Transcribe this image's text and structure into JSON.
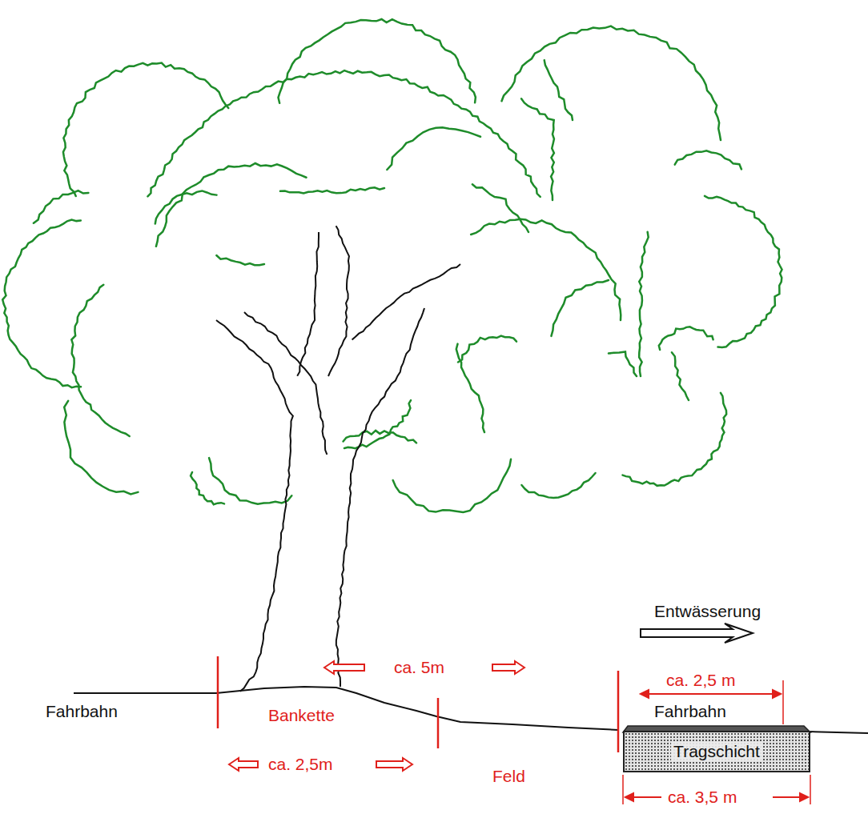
{
  "diagram": {
    "nodes": [
      {
        "text": [
          "Tragschicht"
        ]
      }
    ],
    "labels": [
      "Fahrbahn",
      "Bankette",
      "ca. 2,5m",
      "ca. 5m",
      "Feld",
      "Entwässerung",
      "ca. 2,5 m",
      "Fahrbahn",
      "ca. 3,5 m"
    ]
  }
}
